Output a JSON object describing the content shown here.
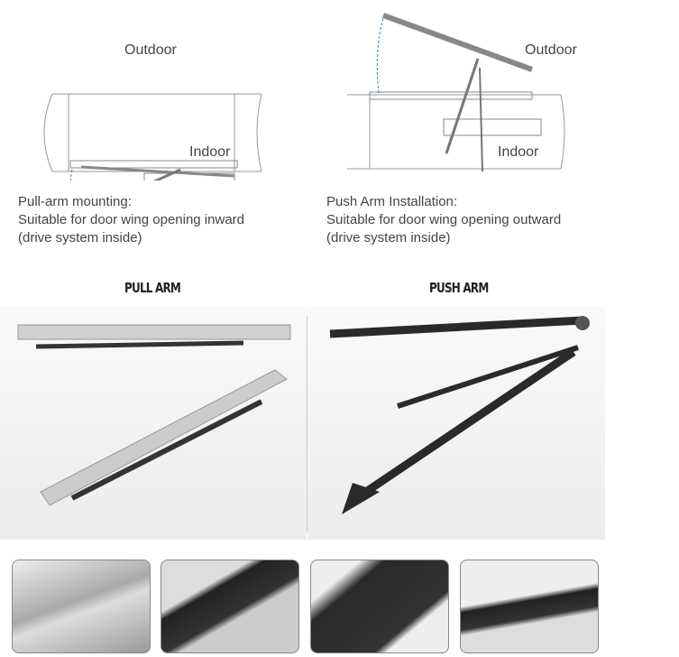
{
  "pull": {
    "outdoor": "Outdoor",
    "indoor": "Indoor",
    "desc": [
      "Pull-arm mounting:",
      "Suitable for door wing opening inward",
      "(drive system inside)"
    ],
    "title": "PULL ARM"
  },
  "push": {
    "outdoor": "Outdoor",
    "indoor": "Indoor",
    "desc": [
      "Push Arm Installation:",
      "Suitable for door wing opening outward",
      "(drive system inside)"
    ],
    "title": "PUSH ARM"
  },
  "colors": {
    "arc": "#3a7bd5",
    "arm": "#2a2a2a",
    "silver": "#c8c8c8"
  }
}
